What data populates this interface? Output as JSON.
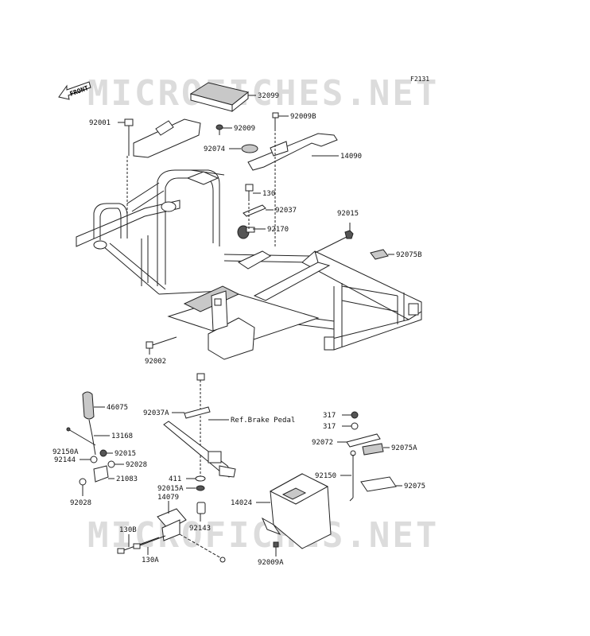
{
  "diagram_code": "F2131",
  "watermark": "MICROFICHES.NET",
  "front_arrow_label": "FRONT",
  "labels": {
    "p32099": "32099",
    "p92001": "92001",
    "p92009": "92009",
    "p92009B": "92009B",
    "p92074": "92074",
    "p14090": "14090",
    "p130": "130",
    "p92037": "92037",
    "p92015_top": "92015",
    "p92170": "92170",
    "p92075B": "92075B",
    "p92002": "92002",
    "p46075": "46075",
    "p92037A": "92037A",
    "ref_brake": "Ref.Brake Pedal",
    "p92150A": "92150A",
    "p13168": "13168",
    "p92144": "92144",
    "p92015_left": "92015",
    "p92028_a": "92028",
    "p21083": "21083",
    "p92028_b": "92028",
    "p411": "411",
    "p92015A": "92015A",
    "p14079": "14079",
    "p92143": "92143",
    "p130B": "130B",
    "p130A": "130A",
    "p317_a": "317",
    "p317_b": "317",
    "p92072": "92072",
    "p92075A": "92075A",
    "p92150": "92150",
    "p92075": "92075",
    "p14024": "14024",
    "p92009A": "92009A"
  }
}
